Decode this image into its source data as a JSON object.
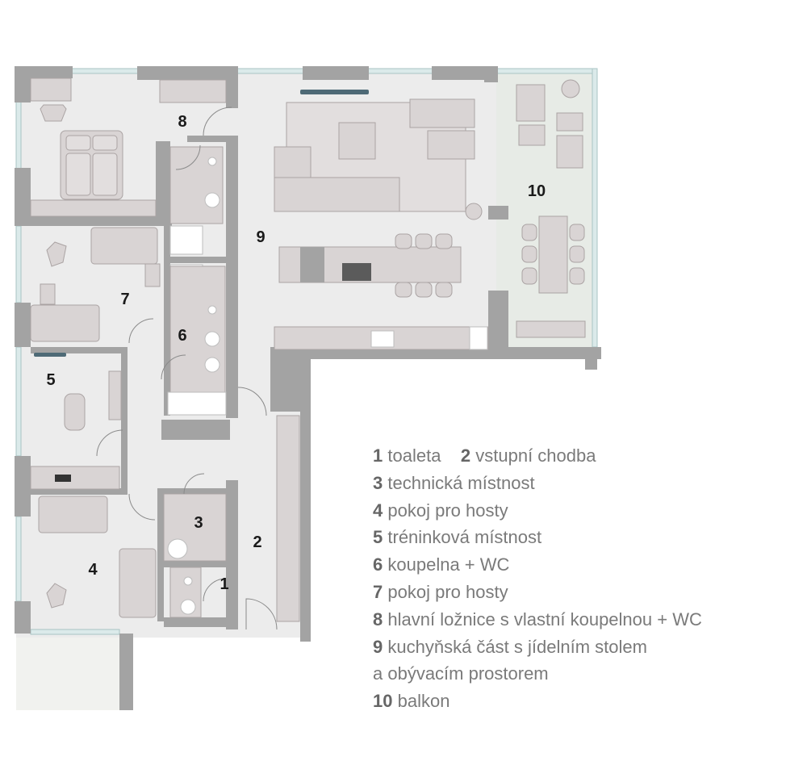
{
  "rooms": [
    {
      "number": "1"
    },
    {
      "number": "2"
    },
    {
      "number": "3"
    },
    {
      "number": "4"
    },
    {
      "number": "5"
    },
    {
      "number": "6"
    },
    {
      "number": "7"
    },
    {
      "number": "8"
    },
    {
      "number": "9"
    },
    {
      "number": "10"
    }
  ],
  "legend": [
    {
      "number": "1",
      "label": "toaleta"
    },
    {
      "number": "2",
      "label": "vstupní chodba"
    },
    {
      "number": "3",
      "label": "technická místnost"
    },
    {
      "number": "4",
      "label": "pokoj pro hosty"
    },
    {
      "number": "5",
      "label": "tréninková místnost"
    },
    {
      "number": "6",
      "label": "koupelna + WC"
    },
    {
      "number": "7",
      "label": "pokoj pro hosty"
    },
    {
      "number": "8",
      "label": "hlavní ložnice s vlastní koupelnou + WC"
    },
    {
      "number": "9",
      "label": "kuchyňská část s jídelním stolem",
      "label_line2": "a obývacím prostorem"
    },
    {
      "number": "10",
      "label": "balkon"
    }
  ],
  "colors": {
    "wall": "#a3a3a3",
    "floor": "#ececec",
    "furniture": "#d9d4d4",
    "window": "#dbeaea",
    "text": "#7a7a7a"
  }
}
